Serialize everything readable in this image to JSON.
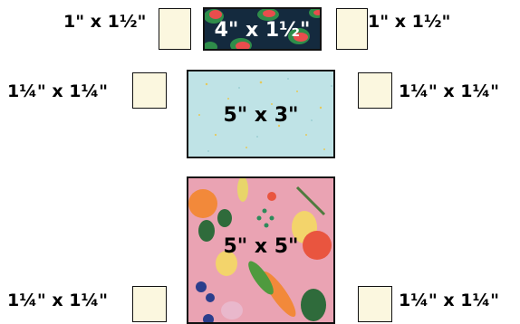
{
  "pieces": {
    "strip_left_label": "1\" x 1½\"",
    "strip_center_label": "4\" x 1½\"",
    "strip_right_label": "1\" x 1½\"",
    "mid_left_label": "1¼\" x 1¼\"",
    "mid_center_label": "5\" x 3\"",
    "mid_right_label": "1¼\" x 1¼\"",
    "big_center_label": "5\" x 5\"",
    "bottom_left_label": "1¼\" x 1¼\"",
    "bottom_right_label": "1¼\" x 1¼\""
  },
  "colors": {
    "cream": "#fbf7df",
    "navy_fabric": "#142a3e",
    "mint_fabric": "#bfe3e6",
    "pink_fabric": "#eaa3b3",
    "outline": "#111111"
  }
}
